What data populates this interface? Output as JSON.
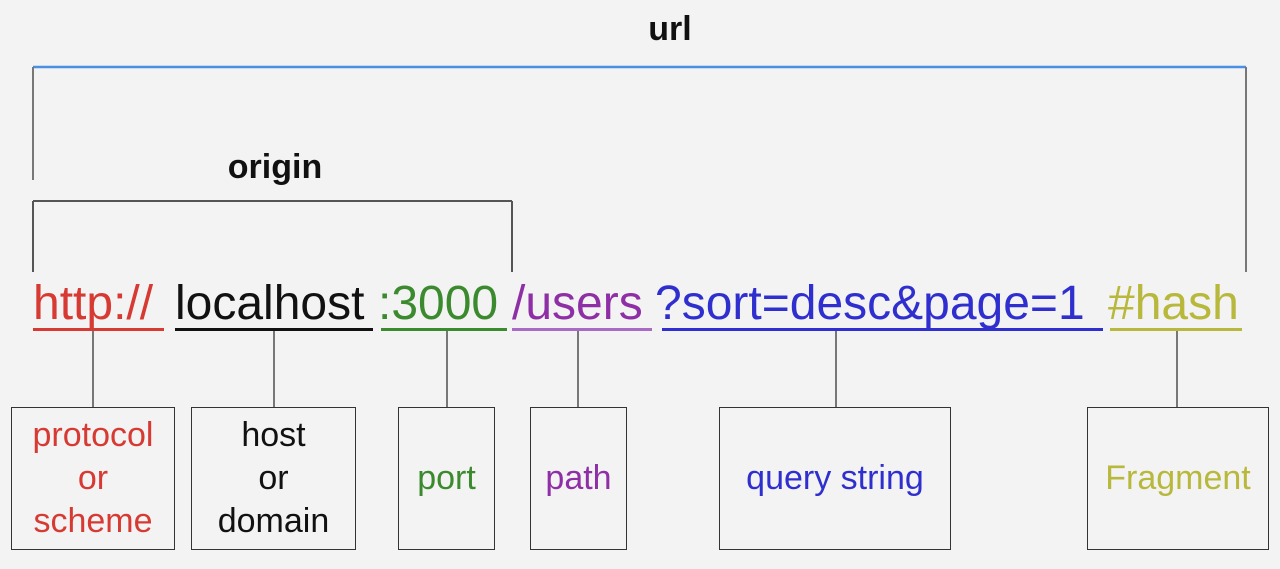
{
  "title": "url",
  "origin_label": "origin",
  "colors": {
    "protocol": "#d63a32",
    "host": "#111111",
    "port": "#3b8a2e",
    "path": "#8e2fa6",
    "query": "#2f2fcf",
    "fragment": "#b8b83c",
    "url_bracket": "#4a90e2"
  },
  "url_parts": {
    "protocol": "http://",
    "host": "localhost",
    "port": ":3000",
    "path": "/users",
    "query": "?sort=desc&page=1",
    "fragment": "#hash"
  },
  "labels": {
    "protocol": "protocol\nor\nscheme",
    "host": "host\nor\ndomain",
    "port": "port",
    "path": "path",
    "query": "query string",
    "fragment": "Fragment"
  }
}
